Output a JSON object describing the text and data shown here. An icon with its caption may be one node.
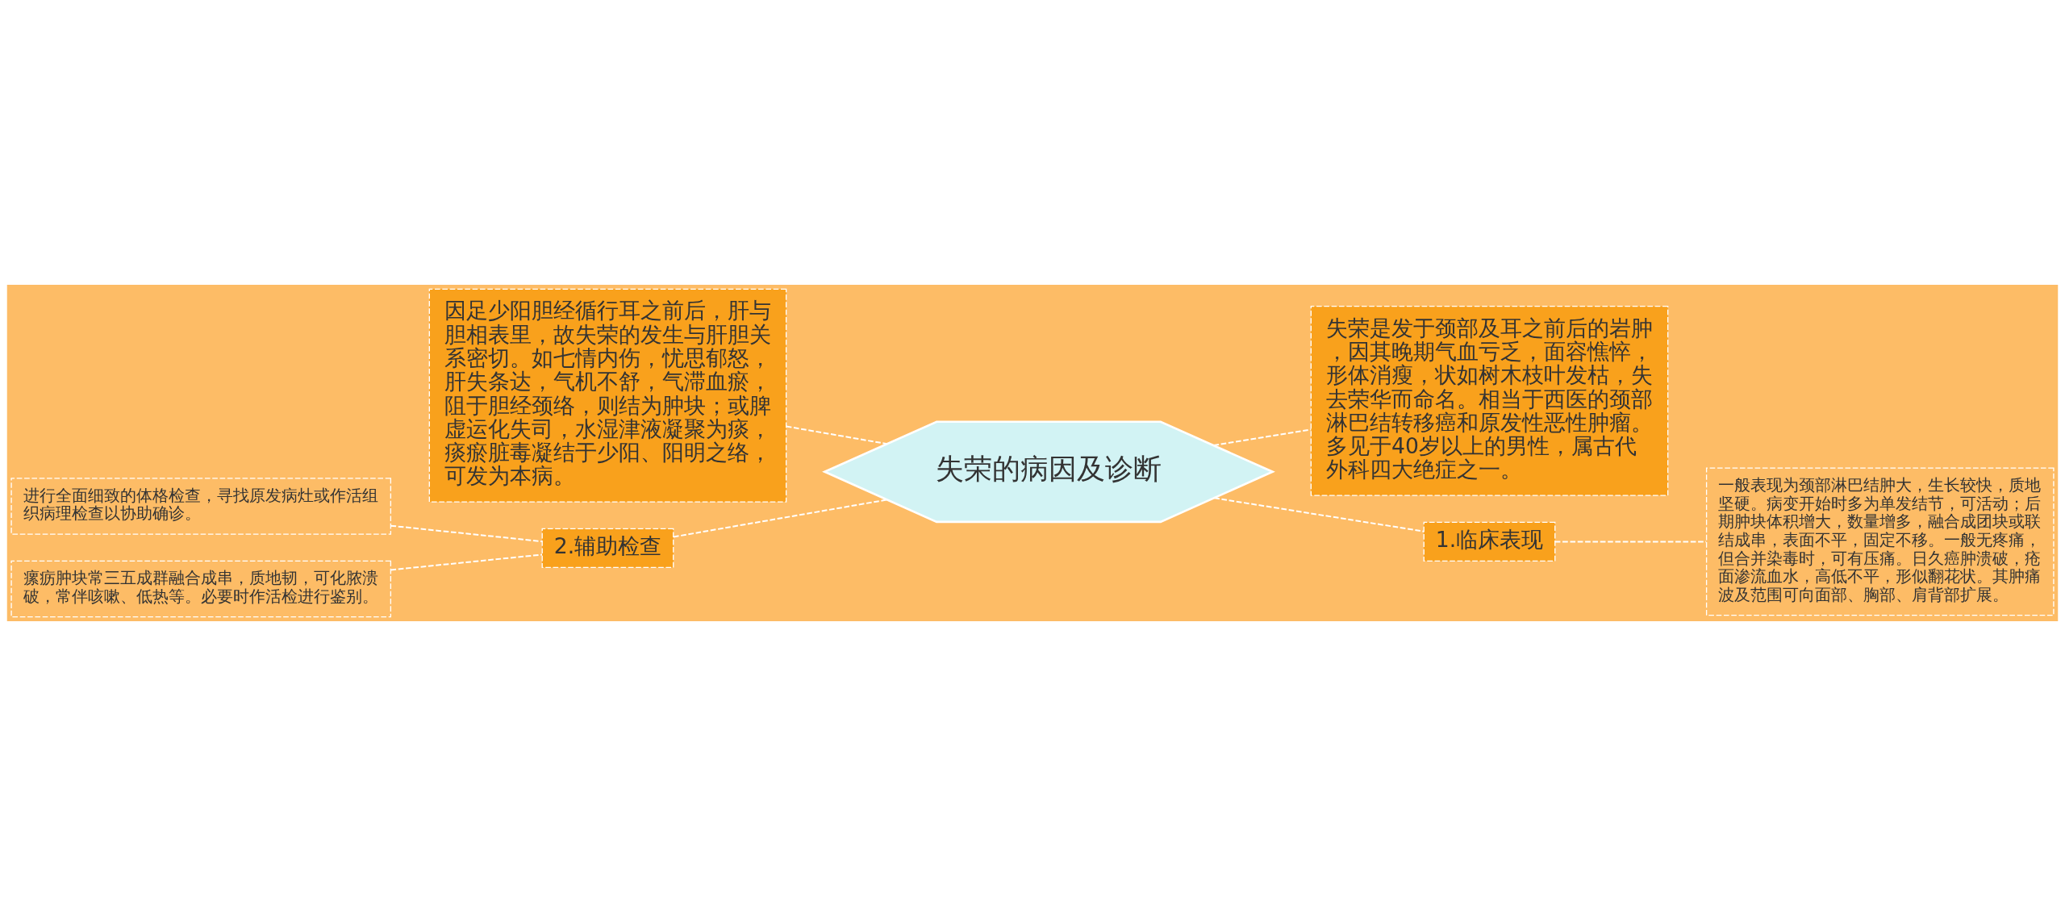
{
  "diagram": {
    "nodes": [
      {
        "text": [
          "失荣的病因及诊断"
        ]
      },
      {
        "text": [
          "失荣是发于颈部及耳之前后的岩肿，因其晚期气血亏乏，面容憔悴，形体消瘦，状如树木枝叶发枯，失去荣华而命名。相当于西医的颈部淋巴结转移癌和原发性恶性肿瘤。多见于40岁以上的男性，属古代外科四大绝症之一。"
        ]
      },
      {
        "text": [
          "1.临床表现"
        ]
      },
      {
        "text": [
          "一般表现为颈部淋巴结肿大，生长较快，质地坚硬。病变开始时多为单发结节，可活动；后期肿块体积增大，数量增多，融合成团块或联结成串，表面不平，固定不移。一般无疼痛，但合并染毒时，可有压痛。日久癌肿溃破，疮面渗流血水，高低不平，形似翻花状。其肿痛波及范围可向面部、胸部、肩背部扩展。"
        ]
      },
      {
        "text": [
          "因足少阳胆经循行耳之前后，肝与胆相表里，故失荣的发生与肝胆关系密切。如七情内伤，忧思郁怒，肝失条达，气机不舒，气滞血瘀，阻于胆经颈络，则结为肿块；或脾虚运化失司，水湿津液凝聚为痰，痰瘀脏毒凝结于少阳、阳明之络，可发为本病。"
        ]
      },
      {
        "text": [
          "2.辅助检查"
        ]
      },
      {
        "text": [
          "进行全面细致的体格检查，寻找原发病灶或作活组织病理检查以协助确诊。"
        ]
      },
      {
        "text": [
          "瘰疬肿块常三五成群融合成串，质地韧，可化脓溃破，常伴咳嗽、低热等。必要时作活检进行鉴别。"
        ]
      }
    ],
    "edges": [
      {
        "from": 0,
        "to": 1,
        "arrow": "none",
        "style": "dashed"
      },
      {
        "from": 0,
        "to": 2,
        "arrow": "none",
        "style": "dashed"
      },
      {
        "from": 2,
        "to": 3,
        "arrow": "none",
        "style": "dashed"
      },
      {
        "from": 0,
        "to": 4,
        "arrow": "none",
        "style": "dashed"
      },
      {
        "from": 0,
        "to": 5,
        "arrow": "none",
        "style": "dashed"
      },
      {
        "from": 5,
        "to": 6,
        "arrow": "none",
        "style": "dashed"
      },
      {
        "from": 5,
        "to": 7,
        "arrow": "none",
        "style": "dashed"
      }
    ]
  }
}
